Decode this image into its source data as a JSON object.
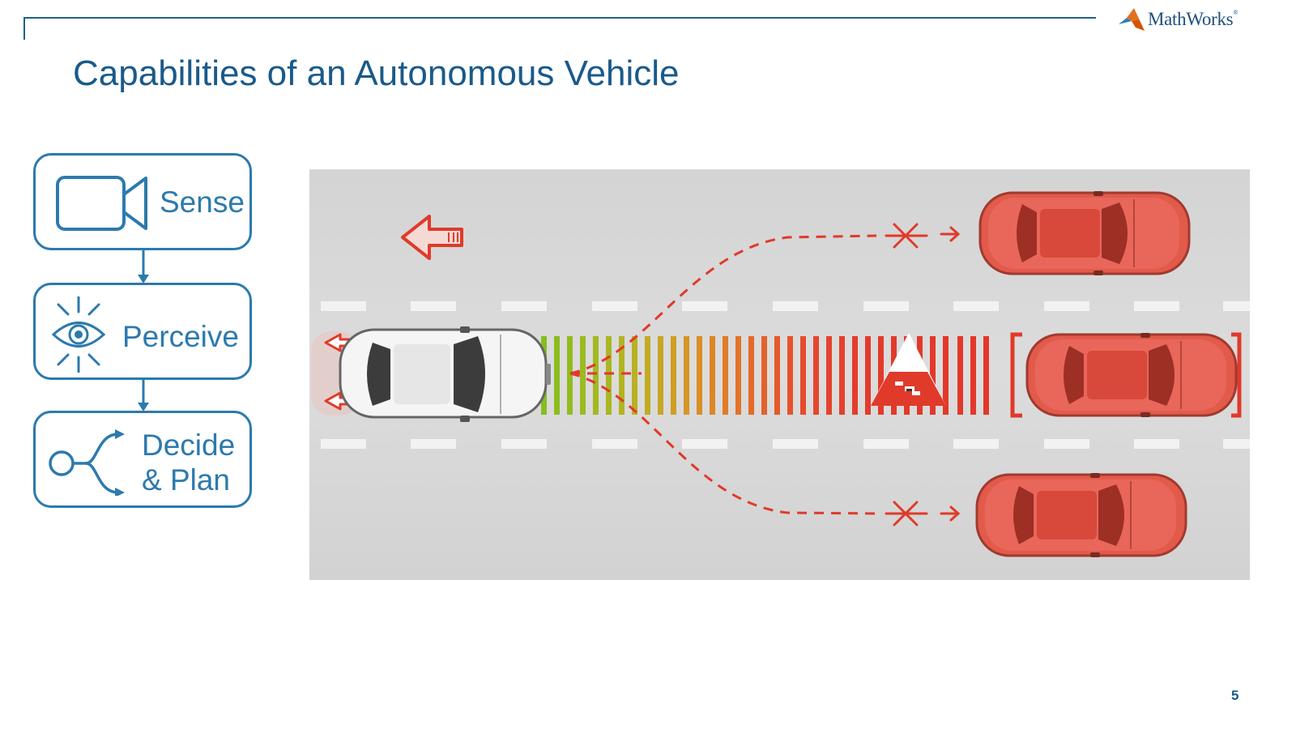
{
  "slide": {
    "title": "Capabilities of an Autonomous Vehicle",
    "page_number": "5"
  },
  "logo": {
    "text": "MathWorks",
    "trademark": "®"
  },
  "flow": {
    "steps": [
      {
        "label": "Sense",
        "icon": "video-camera-icon"
      },
      {
        "label": "Perceive",
        "icon": "eye-icon"
      },
      {
        "label_line1": "Decide",
        "label_line2": "& Plan",
        "icon": "branch-path-icon"
      }
    ]
  },
  "colors": {
    "brand_blue": "#2c7aad",
    "title_blue": "#1a5a8a",
    "warning_red": "#e03a2a",
    "road_gray": "#d6d6d6",
    "safe_green": "#8dbf22"
  }
}
